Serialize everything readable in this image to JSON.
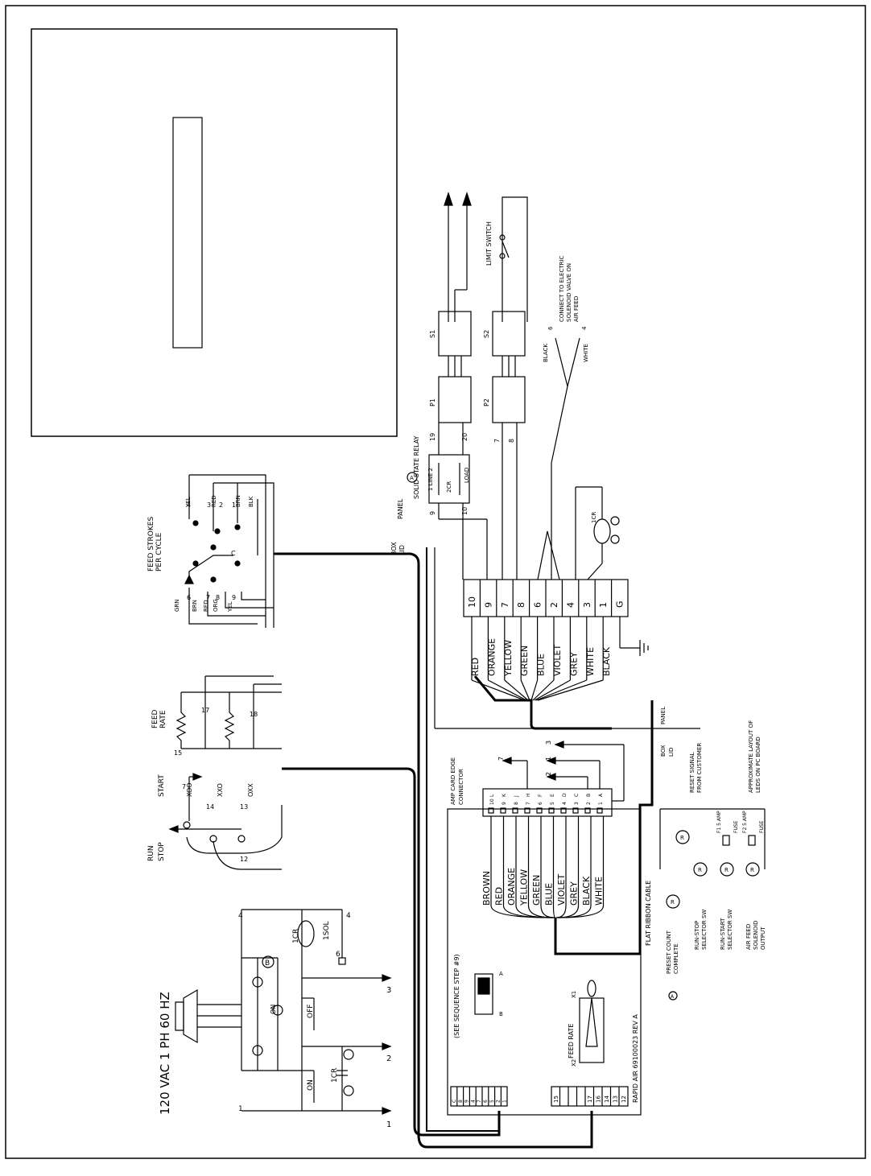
{
  "power": {
    "label": "120 VAC 1 PH 60 HZ"
  },
  "switches": {
    "off": "OFF",
    "on": "ON",
    "cr1": "1CR",
    "sol1": "1SOL",
    "run": "RUN",
    "stop": "STOP",
    "start": "START"
  },
  "feed_rate_pots": {
    "label_line1": "FEED",
    "label_line2": "RATE",
    "n15": "15",
    "n17": "17",
    "n18": "18"
  },
  "feed_strokes": {
    "label_line1": "FEED STROKES",
    "label_line2": "PER CYCLE",
    "wires_left": [
      "GRN",
      "BRN",
      "RED",
      "ORG",
      "YEL"
    ],
    "wires_right": [
      "YEL",
      "RED",
      "BRN",
      "BLK"
    ],
    "pos_left": [
      "6",
      "7",
      "8",
      "9"
    ],
    "pos_right": [
      "4",
      "3",
      "2",
      "1"
    ],
    "common": "C"
  },
  "run_stop_terminals": {
    "t7": "7",
    "t14": "14",
    "t13": "13",
    "t12": "12",
    "xoo": "XOO",
    "xxo": "XXO",
    "oxx": "OXX"
  },
  "panel_labels": {
    "box_lid_1": "BOX",
    "box_lid_2": "LID",
    "panel": "PANEL"
  },
  "relay": {
    "title": "SOLID STATE RELAY",
    "line": "1 LINE 2",
    "load": "LOAD",
    "cr2": "2CR",
    "t19": "19",
    "t20": "20",
    "t9": "9",
    "t10": "10",
    "tag": "A"
  },
  "connectors": {
    "p1": "P1",
    "p2": "P2",
    "s1": "S1",
    "s2": "S2",
    "w7": "7",
    "w8": "8",
    "black": "BLACK",
    "white": "WHITE",
    "n6": "6",
    "n4": "4"
  },
  "limit_switch": "LIMIT SWITCH",
  "solenoid_note": [
    "CONNECT TO ELECTRIC",
    "SOLENOID VALVE ON",
    "AIR FEED"
  ],
  "terminal_strip": {
    "numbers": [
      "10",
      "9",
      "7",
      "8",
      "6",
      "2",
      "4",
      "3",
      "1",
      "G"
    ],
    "colors": [
      "RED",
      "ORANGE",
      "YELLOW",
      "GREEN",
      "BLUE",
      "VIOLET",
      "GREY",
      "WHITE",
      "BLACK"
    ]
  },
  "edge_connector": {
    "title_line1": "AMP CARD EDGE",
    "title_line2": "CONNECTOR",
    "pins_num": [
      "10",
      "9",
      "8",
      "7",
      "6",
      "5",
      "4",
      "3",
      "2",
      "1"
    ],
    "pins_let": [
      "L",
      "K",
      "J",
      "H",
      "F",
      "E",
      "D",
      "C",
      "B",
      "A"
    ],
    "colors": [
      "BROWN",
      "RED",
      "ORANGE",
      "YELLOW",
      "GREEN",
      "BLUE",
      "VIOLET",
      "GREY",
      "BLACK",
      "WHITE"
    ],
    "out_labels": [
      "7",
      "2",
      "1",
      "3"
    ]
  },
  "board": {
    "title": "RAPID AIR 69100023 REV A",
    "flat_cable": "FLAT RIBBON CABLE",
    "sequence_note": "(SEE SEQUENCE STEP #9)",
    "dip_a": "A",
    "dip_b": "B",
    "feed_rate": "FEED RATE",
    "x1": "X1",
    "x2": "X2",
    "tb_left": [
      "C",
      "8",
      "9",
      "4",
      "7",
      "6",
      "5",
      "2",
      "1"
    ],
    "tb_right": [
      "15",
      "",
      "",
      "",
      "17",
      "16",
      "14",
      "13",
      "12"
    ]
  },
  "leds": {
    "preset": [
      "PRESET COUNT",
      "COMPLETE"
    ],
    "run_stop": [
      "RUN-STOP",
      "SELECTOR SW"
    ],
    "run_start": [
      "RUN-START",
      "SELECTOR SW"
    ],
    "air_feed": [
      "AIR FEED",
      "SOLENOID",
      "OUTPUT"
    ],
    "reset": [
      "RESET SIGNAL",
      "FROM CUSTOMER"
    ],
    "layout": [
      "APPROXIMATE LAYOUT OF",
      "LEDS ON PC BOARD"
    ],
    "f1": [
      "F1 5 AMP",
      "FUSE"
    ],
    "f2": [
      "F2 5 AMP",
      "FUSE"
    ],
    "r": "R"
  },
  "bottom_numbers": {
    "n1": "1",
    "n2": "2",
    "n3": "3",
    "n4": "4",
    "n6": "6"
  }
}
